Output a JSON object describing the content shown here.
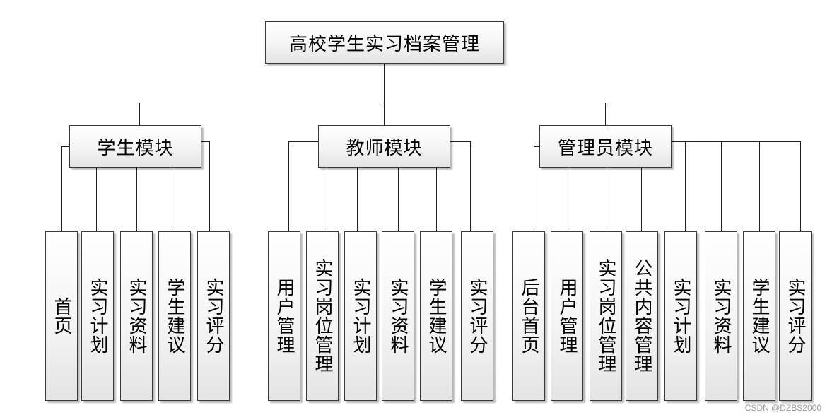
{
  "diagram": {
    "root": "高校学生实习档案管理",
    "modules": [
      {
        "title": "学生模块",
        "children": [
          "首页",
          "实习计划",
          "实习资料",
          "学生建议",
          "实习评分"
        ]
      },
      {
        "title": "教师模块",
        "children": [
          "用户管理",
          "实习岗位管理",
          "实习计划",
          "实习资料",
          "学生建议",
          "实习评分"
        ]
      },
      {
        "title": "管理员模块",
        "children": [
          "后台首页",
          "用户管理",
          "实习岗位管理",
          "公共内容管理",
          "实习计划",
          "实习资料",
          "学生建议",
          "实习评分"
        ]
      }
    ]
  },
  "watermark": "CSDN @DZBS2000"
}
